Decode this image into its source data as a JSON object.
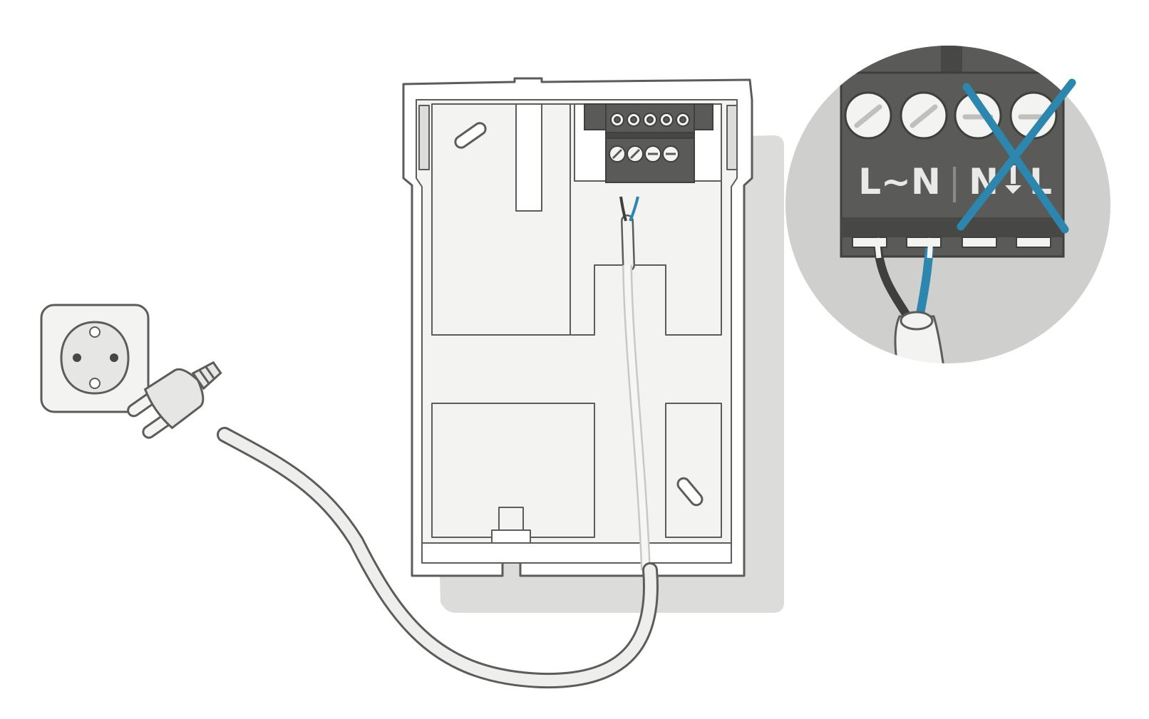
{
  "terminal_labels": {
    "left_pair": "L~N",
    "divider": "|",
    "right_pair_n": "N",
    "right_pair_l": "L"
  },
  "colors": {
    "outline": "#5b5d5a",
    "case_fill": "#f3f4f2",
    "case_shadow": "#dcdddb",
    "terminal_dark": "#5a5b58",
    "terminal_darker": "#474846",
    "zoom_circle": "#cfd0cd",
    "wire_blue": "#2c86ad",
    "wire_dark": "#3f403e",
    "cross_blue": "#2c86ad",
    "label_text": "#e9eae8"
  },
  "icons": {
    "outlet": "power-socket-icon",
    "plug": "power-plug-icon",
    "cross": "cross-out-icon"
  }
}
